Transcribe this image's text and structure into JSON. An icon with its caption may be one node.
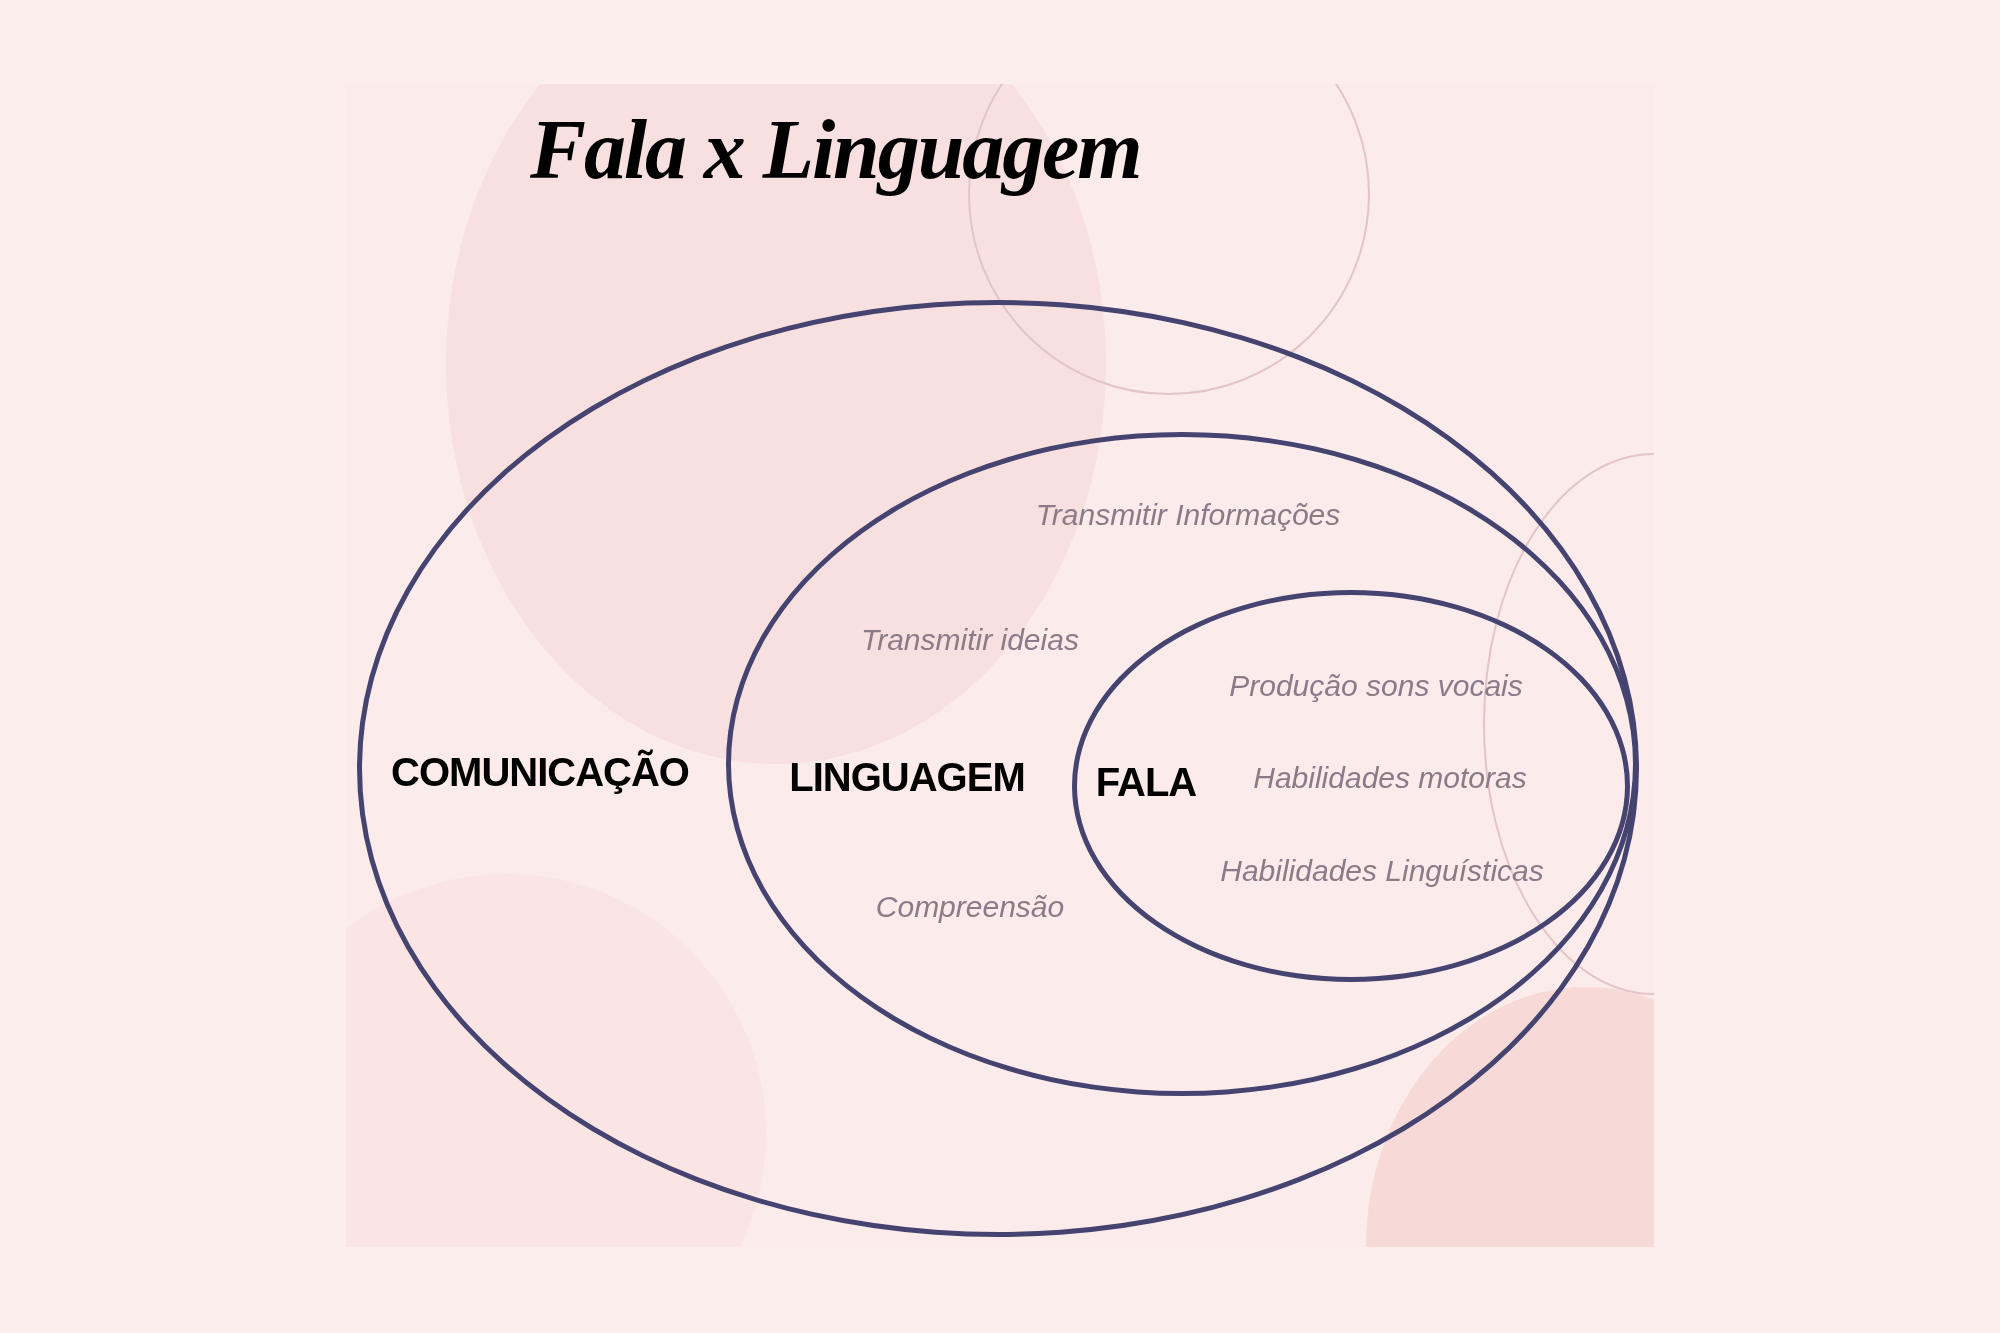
{
  "diagram": {
    "title": "Fala x Linguagem",
    "nodes": [
      {
        "text": [
          "COMUNICAÇÃO"
        ]
      },
      {
        "text": [
          "LINGUAGEM",
          "Transmitir Informações",
          "Transmitir ideias",
          "Compreensão"
        ],
        "in": 0
      },
      {
        "text": [
          "FALA",
          "Produção sons vocais",
          "Habilidades motoras",
          "Habilidades Linguísticas"
        ],
        "in": 1
      }
    ]
  }
}
